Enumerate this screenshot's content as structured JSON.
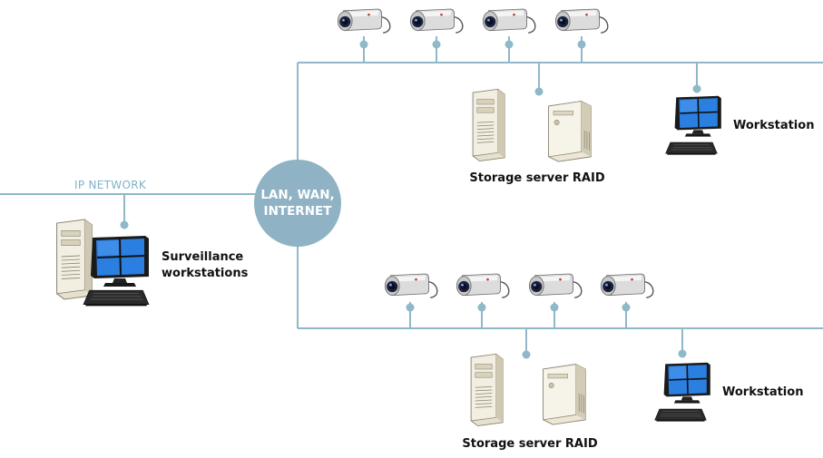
{
  "labels": {
    "hub_line1": "LAN, WAN,",
    "hub_line2": "INTERNET",
    "ip_network": "IP NETWORK",
    "surveillance_line1": "Surveillance",
    "surveillance_line2": "workstations",
    "storage_top": "Storage server RAID",
    "storage_bottom": "Storage server RAID",
    "workstation_top": "Workstation",
    "workstation_bottom": "Workstation"
  },
  "colors": {
    "network_line": "#8fb8c9",
    "hub_fill": "#8fb3c4",
    "screen": "#1e6fd0",
    "case": "#e9e5d6"
  },
  "icons": [
    "ip-camera-icon",
    "storage-server-icon",
    "workstation-monitor-icon",
    "keyboard-icon",
    "pc-tower-icon"
  ]
}
